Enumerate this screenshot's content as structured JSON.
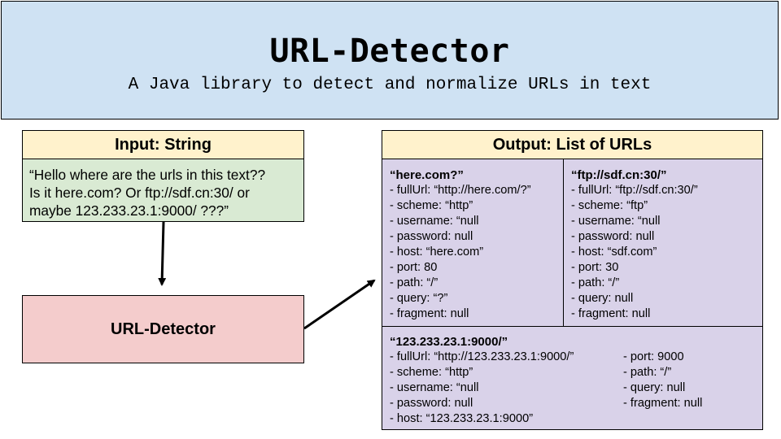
{
  "header": {
    "title": "URL-Detector",
    "subtitle": "A Java library to detect and normalize URLs in text"
  },
  "input": {
    "heading": "Input: String",
    "lines": [
      "“Hello where are the urls in this text??",
      "Is it here.com? Or ftp://sdf.cn:30/ or",
      "maybe 123.233.23.1:9000/ ???”"
    ]
  },
  "processor": {
    "label": "URL-Detector"
  },
  "output": {
    "heading": "Output: List of URLs",
    "urls": [
      {
        "title": "“here.com?”",
        "fields": [
          "- fullUrl: “http://here.com/?”",
          "- scheme: “http”",
          "- username: “null",
          "- password: null",
          "- host: “here.com”",
          "- port: 80",
          "- path: “/”",
          "- query: “?”",
          "- fragment: null"
        ]
      },
      {
        "title": "“ftp://sdf.cn:30/”",
        "fields": [
          "- fullUrl: “ftp://sdf.cn:30/”",
          "- scheme: “ftp”",
          "- username: “null",
          "- password: null",
          "- host: “sdf.com”",
          "- port: 30",
          "- path: “/”",
          "- query: null",
          "- fragment: null"
        ]
      },
      {
        "title": "“123.233.23.1:9000/”",
        "fields": [
          "- fullUrl: “http://123.233.23.1:9000/”",
          "- scheme: “http”",
          "- username: “null",
          "- password: null",
          "- host: “123.233.23.1:9000”",
          "- port: 9000",
          "- path: “/”",
          "- query: null",
          "- fragment: null"
        ]
      }
    ]
  }
}
